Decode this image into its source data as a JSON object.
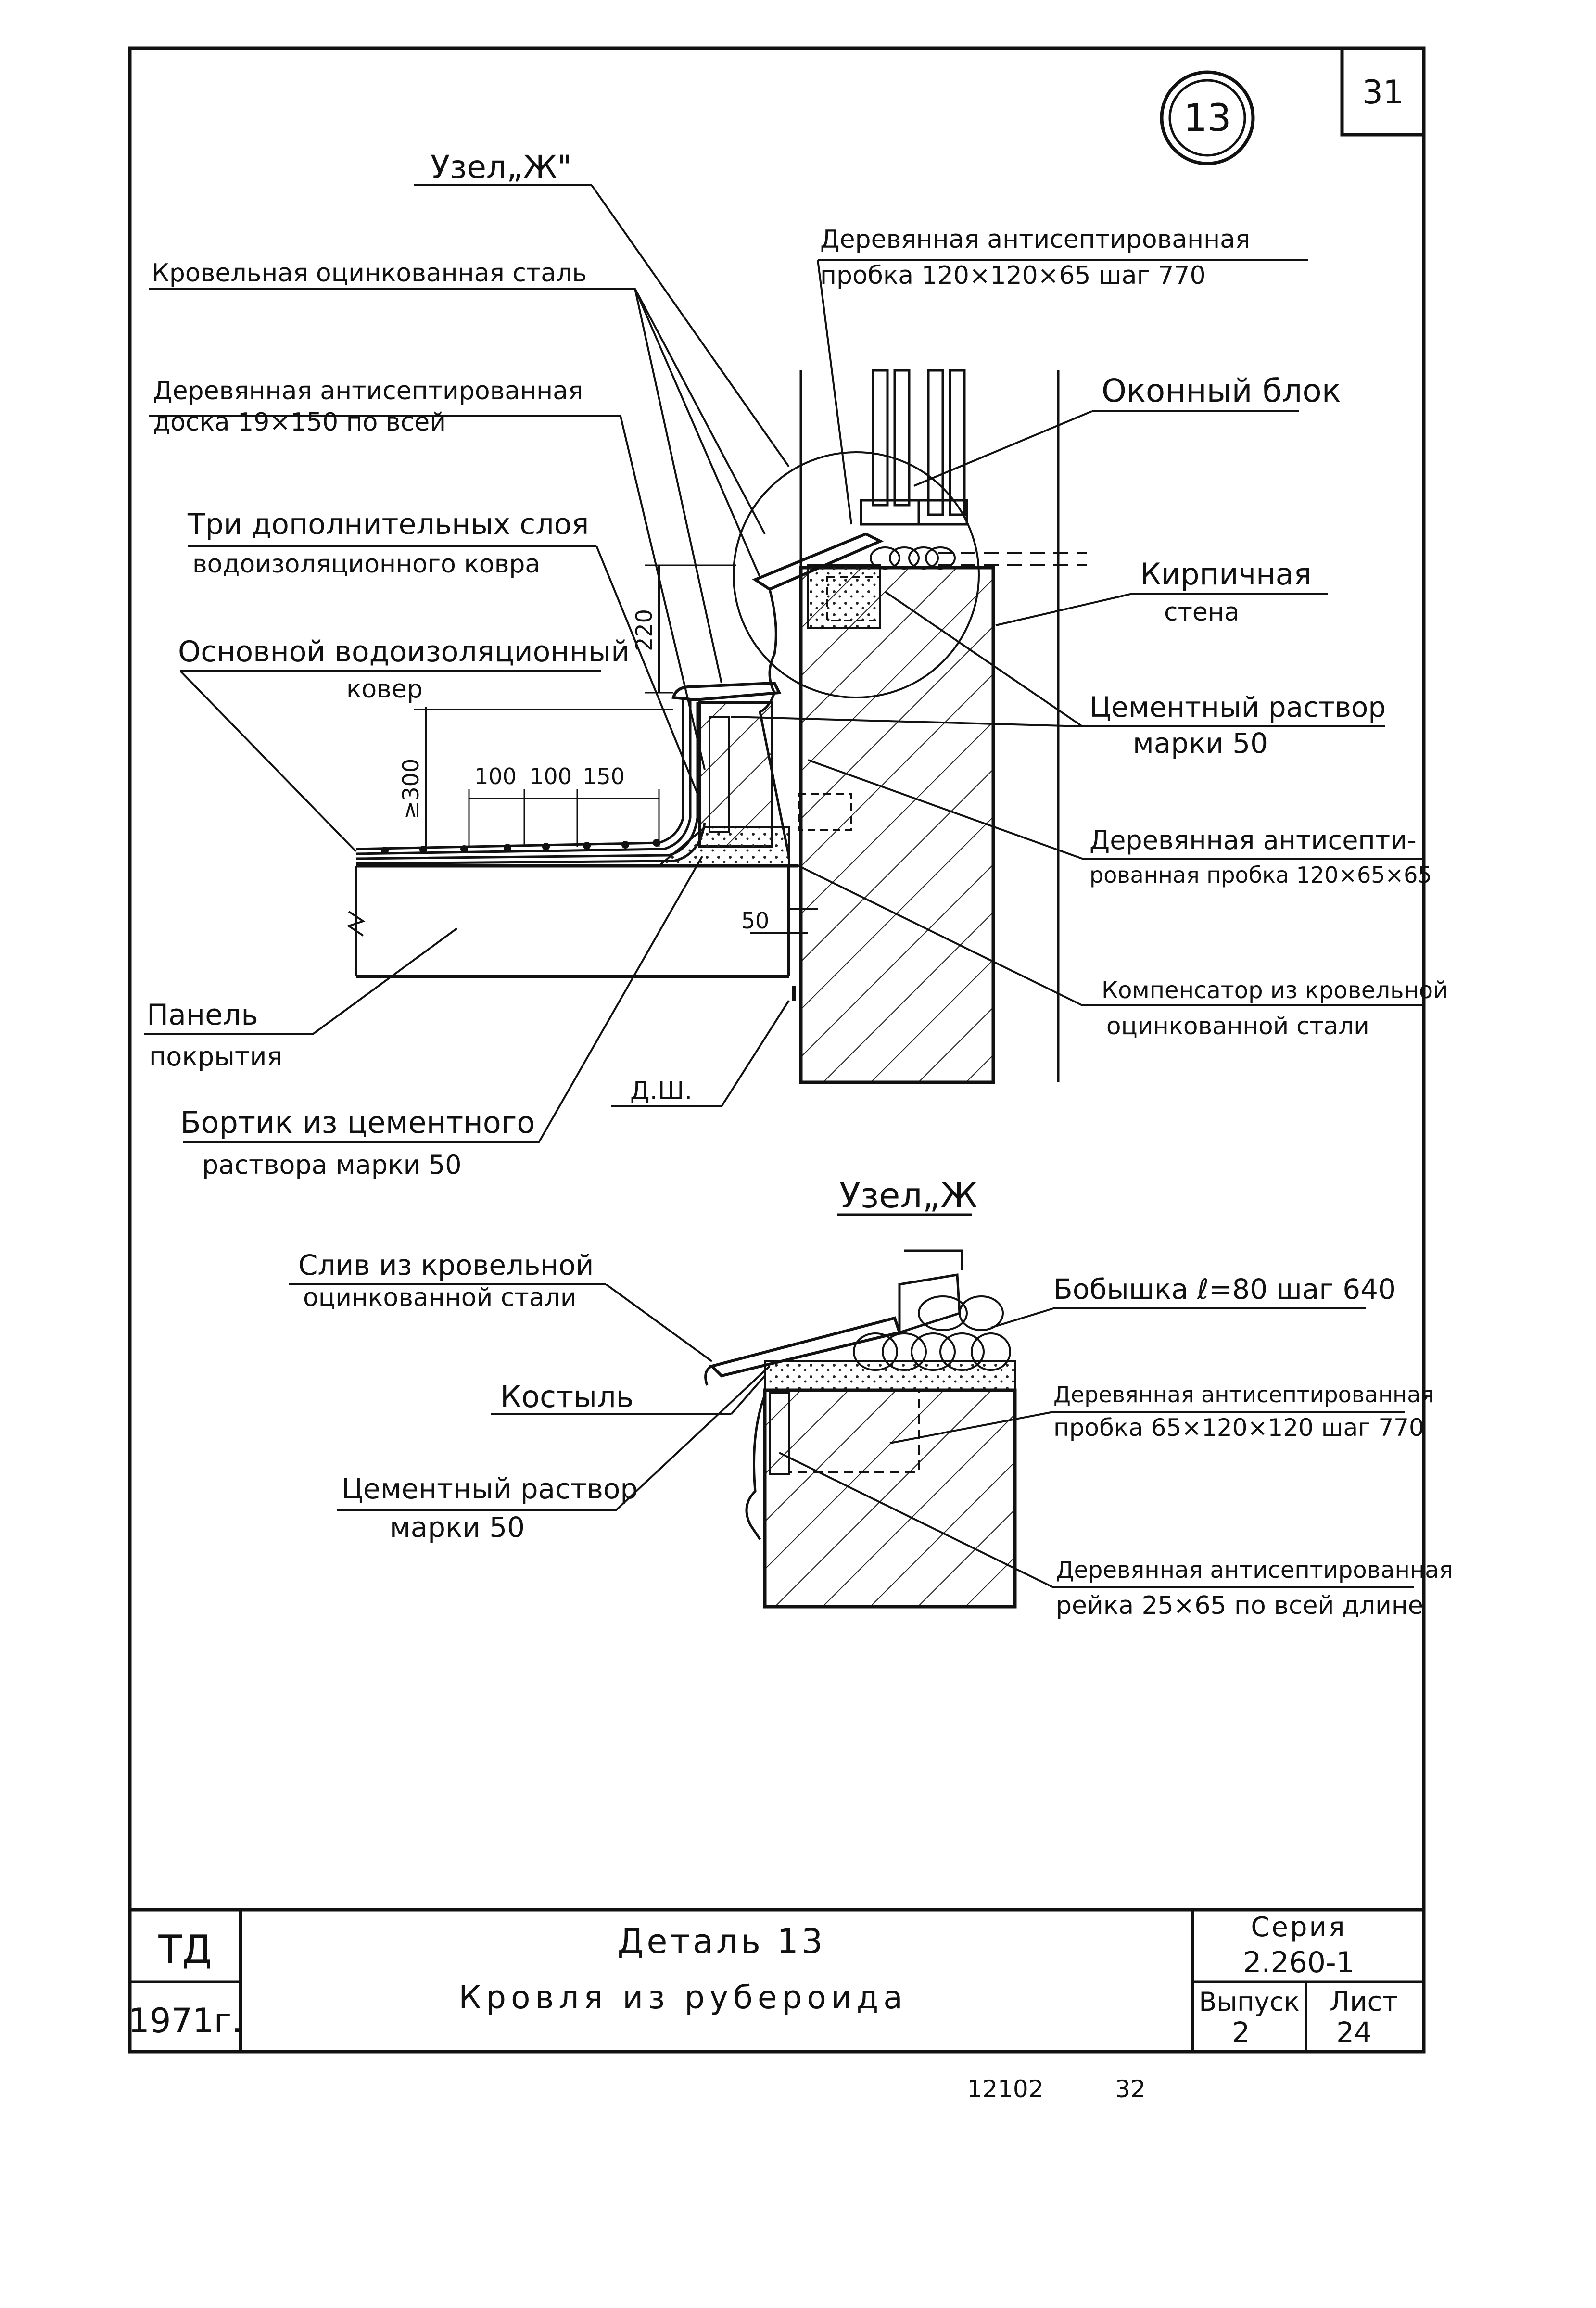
{
  "sheet": {
    "sheet_number": "31",
    "detail_circle": "13",
    "doc_number": "12102",
    "doc_page": "32"
  },
  "node_ref": "Узел„Ж\"",
  "upper_labels": {
    "steel": "Кровельная оцинкованная сталь",
    "board_1": "Деревянная антисептированная",
    "board_2": "доска 19×150 по всей",
    "layers_1": "Три дополнительных слоя",
    "layers_2": "водоизоляционного ковра",
    "main_carpet_1": "Основной водоизоляционный",
    "main_carpet_2": "ковер",
    "plug_top_1": "Деревянная антисептированная",
    "plug_top_2": "пробка 120×120×65 шаг 770",
    "window": "Оконный блок",
    "brick_1": "Кирпичная",
    "brick_2": "стена",
    "mortar_1": "Цементный раствор",
    "mortar_2": "марки 50",
    "plug_side_1": "Деревянная антисепти-",
    "plug_side_2": "рованная пробка 120×65×65",
    "comp_1": "Компенсатор из кровельной",
    "comp_2": "оцинкованной стали",
    "panel_1": "Панель",
    "panel_2": "покрытия",
    "curb_1": "Бортик из цементного",
    "curb_2": "раствора марки 50",
    "dsh": "Д.Ш."
  },
  "dimensions": {
    "d220": "220",
    "d300": "≥300",
    "d100a": "100",
    "d100b": "100",
    "d150": "150",
    "d50": "50"
  },
  "lower": {
    "title": "Узел„Ж",
    "drain_1": "Слив из кровельной",
    "drain_2": "оцинкованной стали",
    "crutch": "Костыль",
    "mortar_1": "Цементный раствор",
    "mortar_2": "марки 50",
    "boss": "Бобышка ℓ=80 шаг 640",
    "plug_1": "Деревянная антисептированная",
    "plug_2": "пробка 65×120×120 шаг 770",
    "rail_1": "Деревянная антисептированная",
    "rail_2": "рейка 25×65 по всей длине"
  },
  "title_block": {
    "org": "ТД",
    "year": "1971г.",
    "title_1": "Деталь 13",
    "title_2": "Кровля из рубероида",
    "series_label": "Серия",
    "series_value": "2.260-1",
    "issue_label": "Выпуск",
    "issue_value": "2",
    "sheet_label": "Лист",
    "sheet_value": "24"
  }
}
